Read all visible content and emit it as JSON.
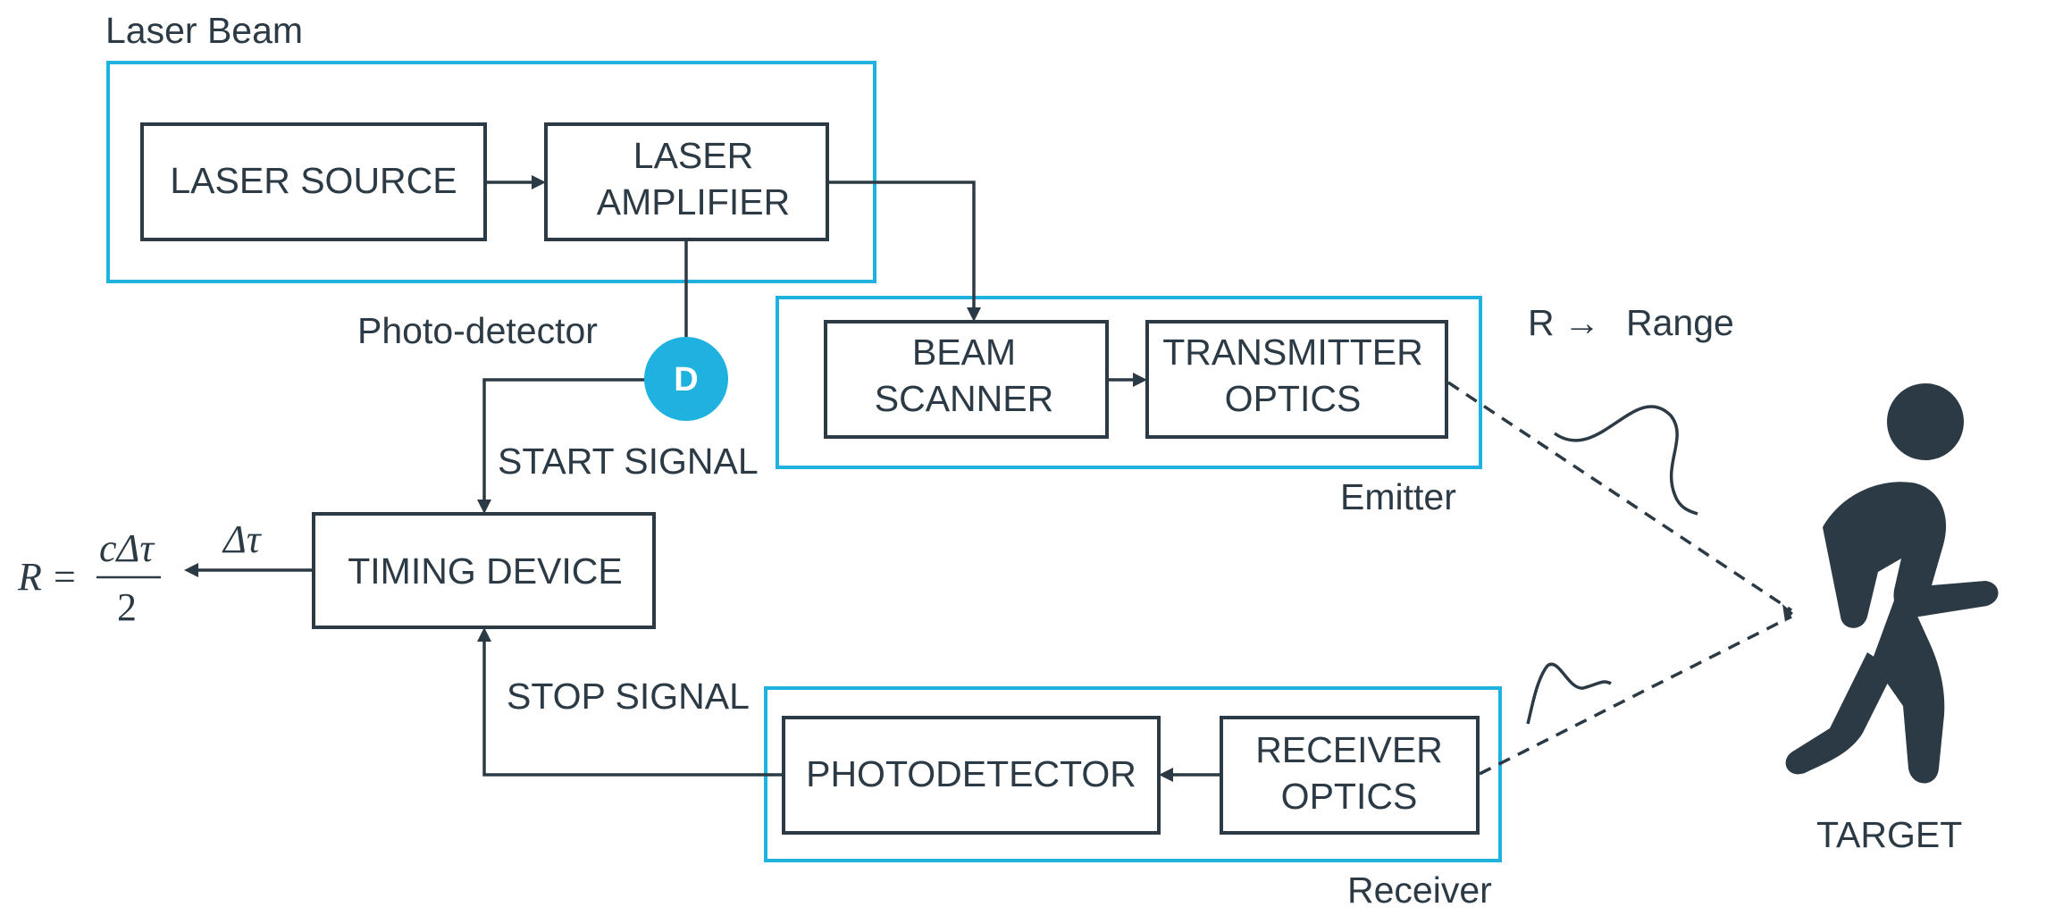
{
  "groups": {
    "laser_beam": "Laser Beam",
    "emitter": "Emitter",
    "receiver": "Receiver"
  },
  "blocks": {
    "laser_source": "LASER SOURCE",
    "laser_amplifier": [
      "LASER",
      "AMPLIFIER"
    ],
    "beam_scanner": [
      "BEAM",
      "SCANNER"
    ],
    "transmitter_optics": [
      "TRANSMITTER",
      "OPTICS"
    ],
    "timing_device": "TIMING DEVICE",
    "photodetector": "PHOTODETECTOR",
    "receiver_optics": [
      "RECEIVER",
      "OPTICS"
    ]
  },
  "detector": {
    "caption": "Photo-detector",
    "letter": "D"
  },
  "signals": {
    "start": "START SIGNAL",
    "stop": "STOP SIGNAL"
  },
  "legend": {
    "symbol": "R",
    "arrow": "→",
    "meaning": "Range"
  },
  "formula": {
    "lhs": "R",
    "equals": "=",
    "numerator": "cΔτ",
    "denominator": "2",
    "delta_tau": "Δτ"
  },
  "target": "TARGET",
  "colors": {
    "accent": "#1fb1e0",
    "ink": "#2b3a44"
  }
}
